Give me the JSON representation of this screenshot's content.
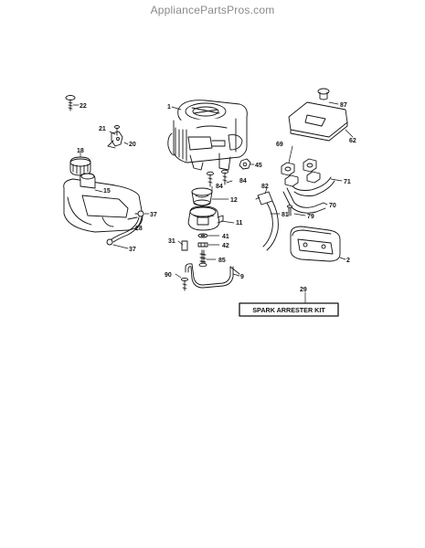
{
  "watermark": "AppliancePartsPros.com",
  "kit_label": "SPARK ARRESTER KIT",
  "callouts": [
    {
      "id": "c1",
      "text": "1"
    },
    {
      "id": "c22",
      "text": "22"
    },
    {
      "id": "c21",
      "text": "21"
    },
    {
      "id": "c20",
      "text": "20"
    },
    {
      "id": "c18",
      "text": "18"
    },
    {
      "id": "c15",
      "text": "15"
    },
    {
      "id": "c37a",
      "text": "37"
    },
    {
      "id": "c28",
      "text": "28"
    },
    {
      "id": "c37b",
      "text": "37"
    },
    {
      "id": "c45",
      "text": "45"
    },
    {
      "id": "c84a",
      "text": "84"
    },
    {
      "id": "c84b",
      "text": "84"
    },
    {
      "id": "c12",
      "text": "12"
    },
    {
      "id": "c11",
      "text": "11"
    },
    {
      "id": "c41",
      "text": "41"
    },
    {
      "id": "c42",
      "text": "42"
    },
    {
      "id": "c31",
      "text": "31"
    },
    {
      "id": "c85",
      "text": "85"
    },
    {
      "id": "c90",
      "text": "90"
    },
    {
      "id": "c9",
      "text": "9"
    },
    {
      "id": "c87",
      "text": "87"
    },
    {
      "id": "c62",
      "text": "62"
    },
    {
      "id": "c69",
      "text": "69"
    },
    {
      "id": "c71",
      "text": "71"
    },
    {
      "id": "c70",
      "text": "70"
    },
    {
      "id": "c79",
      "text": "79"
    },
    {
      "id": "c82",
      "text": "82"
    },
    {
      "id": "c81",
      "text": "81"
    },
    {
      "id": "c2",
      "text": "2"
    },
    {
      "id": "c29",
      "text": "29"
    }
  ]
}
